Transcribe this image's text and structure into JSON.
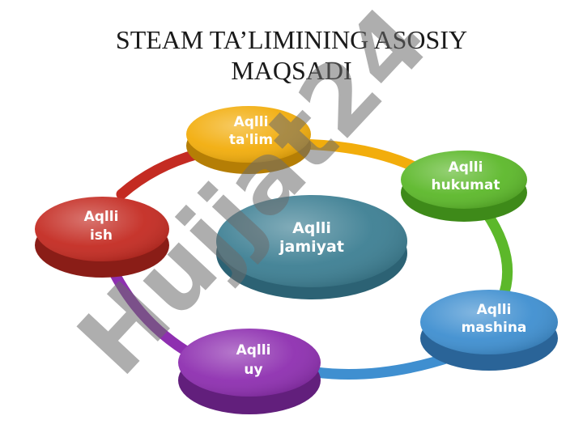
{
  "title": {
    "line1": "STEAM TA’LIMINING ASOSIY",
    "line2": "MAQSADI"
  },
  "nodes": {
    "center": {
      "line1": "Aqlli",
      "line2": "jamiyat",
      "color": "#3d7f93"
    },
    "talim": {
      "line1": "Aqlli",
      "line2": "ta'lim",
      "color": "#f2ad0c"
    },
    "hukumat": {
      "line1": "Aqlli",
      "line2": "hukumat",
      "color": "#5cb82a"
    },
    "mashina": {
      "line1": "Aqlli",
      "line2": "mashina",
      "color": "#3f8fd0"
    },
    "uy": {
      "line1": "Aqlli",
      "line2": "uy",
      "color": "#8e2fb0"
    },
    "ish": {
      "line1": "Aqlli",
      "line2": "ish",
      "color": "#c42b22"
    }
  },
  "watermark": {
    "text": "Hujjat24"
  }
}
